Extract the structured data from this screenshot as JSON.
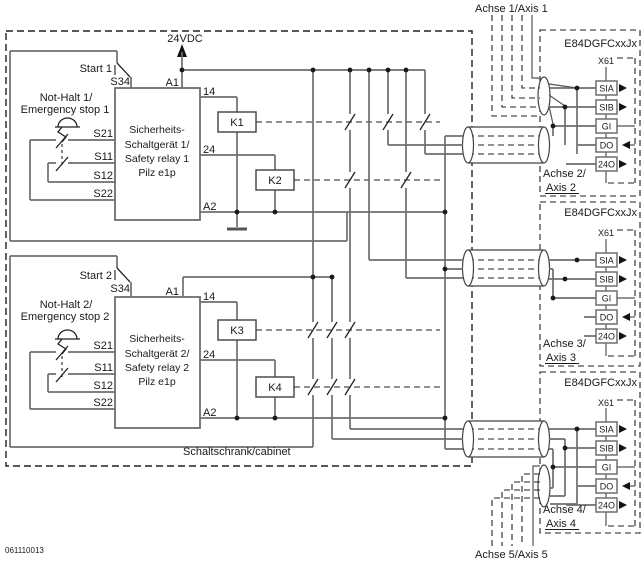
{
  "power_label": "24VDC",
  "doc_number": "061110013",
  "cabinet_label": "Schaltschrank/cabinet",
  "axis_cables": {
    "top": "Achse 1/Axis 1",
    "bottom": "Achse 5/Axis 5"
  },
  "circuits": [
    {
      "start_label": "Start 1",
      "start_terminal": "S34",
      "estop_line1": "Not-Halt 1/",
      "estop_line2": "Emergency stop 1",
      "input_terminals": [
        "S21",
        "S11",
        "S12",
        "S22"
      ],
      "relay_name": [
        "Sicherheits-",
        "Schaltgerät 1/",
        "Safety relay 1",
        "Pilz e1p"
      ],
      "supply_terminal": "A1",
      "output1": "14",
      "output2": "24",
      "common_terminal": "A2",
      "contactor1": "K1",
      "contactor2": "K2"
    },
    {
      "start_label": "Start 2",
      "start_terminal": "S34",
      "estop_line1": "Not-Halt 2/",
      "estop_line2": "Emergency stop 2",
      "input_terminals": [
        "S21",
        "S11",
        "S12",
        "S22"
      ],
      "relay_name": [
        "Sicherheits-",
        "Schaltgerät 2/",
        "Safety relay 2",
        "Pilz e1p"
      ],
      "supply_terminal": "A1",
      "output1": "14",
      "output2": "24",
      "common_terminal": "A2",
      "contactor1": "K3",
      "contactor2": "K4"
    }
  ],
  "drives": [
    {
      "model": "E84DGFCxxJx",
      "connector": "X61",
      "terminals": [
        "SIA",
        "SIB",
        "GI",
        "DO",
        "24O"
      ],
      "axis_line1": "Achse 2/",
      "axis_line2": "Axis 2"
    },
    {
      "model": "E84DGFCxxJx",
      "connector": "X61",
      "terminals": [
        "SIA",
        "SIB",
        "GI",
        "DO",
        "24O"
      ],
      "axis_line1": "Achse 3/",
      "axis_line2": "Axis 3"
    },
    {
      "model": "E84DGFCxxJx",
      "connector": "X61",
      "terminals": [
        "SIA",
        "SIB",
        "GI",
        "DO",
        "24O"
      ],
      "axis_line1": "Achse 4/",
      "axis_line2": "Axis 4"
    }
  ]
}
